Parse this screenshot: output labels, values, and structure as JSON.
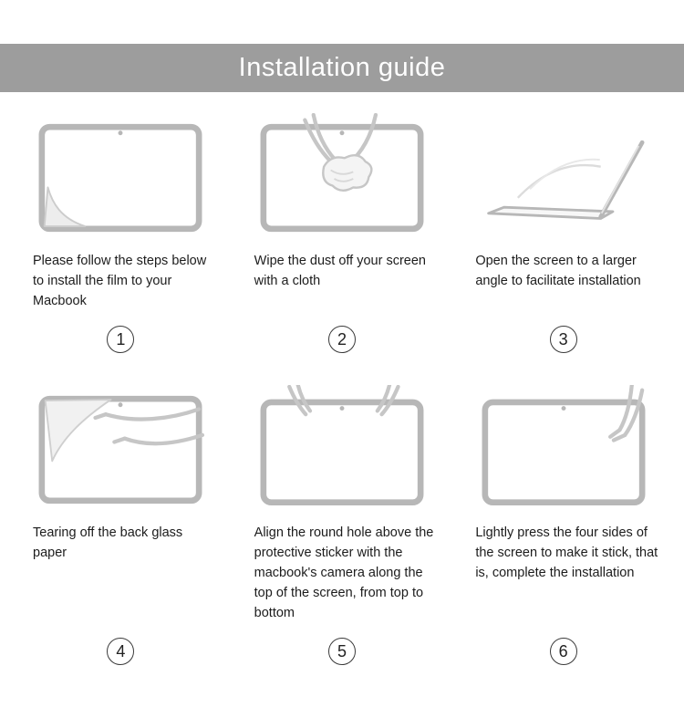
{
  "header": {
    "title": "Installation guide"
  },
  "colors": {
    "banner_bg": "#9d9d9d",
    "screen_outline_gray": "#b7b7b7",
    "hand_line_gray": "#c6c6c6",
    "text_color": "#1c1c1c"
  },
  "steps": [
    {
      "number": "1",
      "caption": "Please follow the steps below to install the film to your Macbook",
      "illustration": "macbook-screen-with-peeled-film-corner"
    },
    {
      "number": "2",
      "caption": "Wipe the dust off your screen with a cloth",
      "illustration": "hands-wiping-screen-with-cloth"
    },
    {
      "number": "3",
      "caption": "Open the screen to a larger angle to facilitate installation",
      "illustration": "laptop-opened-to-wide-angle"
    },
    {
      "number": "4",
      "caption": "Tearing off the back glass paper",
      "illustration": "hands-tearing-back-glass-paper"
    },
    {
      "number": "5",
      "caption": "Align the round hole above the protective sticker with the macbook's camera along the top of the screen, from top to bottom",
      "illustration": "hands-aligning-film-with-camera"
    },
    {
      "number": "6",
      "caption": "Lightly press the four sides of the screen to make it stick, that is, complete the installation",
      "illustration": "hand-pressing-screen-sides"
    }
  ]
}
